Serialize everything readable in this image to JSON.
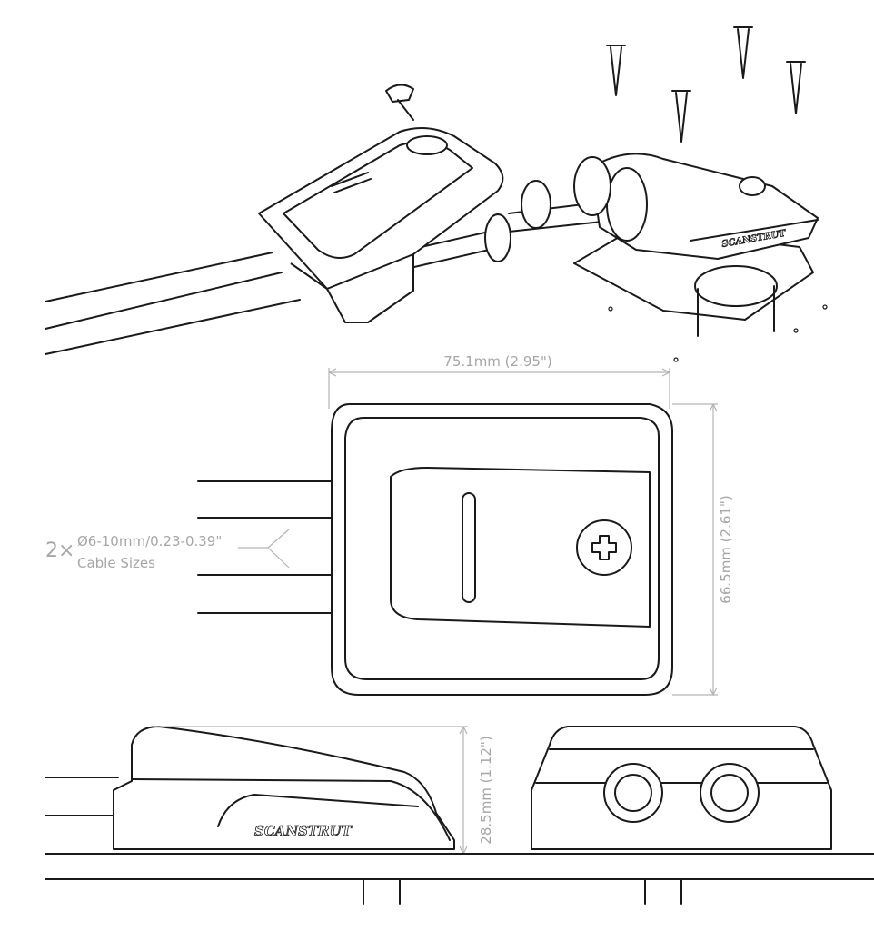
{
  "dimensions": {
    "width": "75.1mm (2.95\")",
    "length": "66.5mm (2.61\")",
    "height": "28.5mm (1.12\")"
  },
  "cable_note": {
    "count": "2×",
    "sizes": "Ø6-10mm/0.23-0.39\"",
    "label": "Cable Sizes"
  },
  "brand": {
    "logo_text": "SCANSTRUT"
  }
}
